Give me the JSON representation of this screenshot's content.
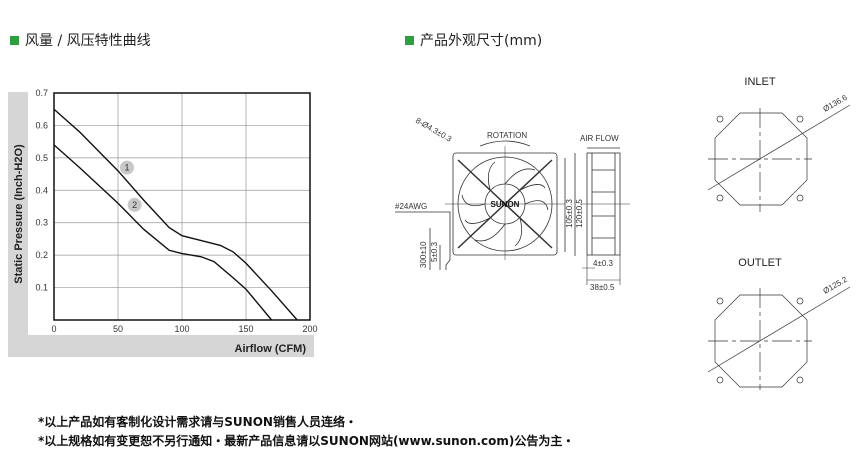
{
  "colors": {
    "accent": "#2e9e3e",
    "panel": "#d6d6d6"
  },
  "sections": {
    "curve_title": "风量 / 风压特性曲线",
    "dims_title": "产品外观尺寸(mm)"
  },
  "chart_data": {
    "type": "line",
    "title": "风量 / 风压特性曲线",
    "xlabel": "Airflow (CFM)",
    "ylabel": "Static Pressure (Inch-H2O)",
    "xlim": [
      0,
      200
    ],
    "ylim": [
      0,
      0.7
    ],
    "xticks": [
      "0",
      "50",
      "100",
      "150",
      "200"
    ],
    "yticks": [
      "0.1",
      "0.2",
      "0.3",
      "0.4",
      "0.5",
      "0.6",
      "0.7"
    ],
    "grid": true,
    "series": [
      {
        "name": "1",
        "x": [
          0,
          20,
          50,
          70,
          90,
          100,
          115,
          130,
          140,
          150,
          170,
          190
        ],
        "y": [
          0.65,
          0.58,
          0.46,
          0.37,
          0.285,
          0.26,
          0.245,
          0.23,
          0.21,
          0.175,
          0.09,
          0
        ]
      },
      {
        "name": "2",
        "x": [
          0,
          20,
          50,
          70,
          90,
          100,
          115,
          125,
          140,
          150,
          170
        ],
        "y": [
          0.54,
          0.47,
          0.36,
          0.28,
          0.215,
          0.205,
          0.195,
          0.18,
          0.13,
          0.095,
          0
        ]
      }
    ],
    "annotations": [
      {
        "text": "1",
        "x": 57,
        "y": 0.47
      },
      {
        "text": "2",
        "x": 63,
        "y": 0.355
      }
    ]
  },
  "drawing": {
    "hole": "8-Ø4.3±0.3",
    "rotation": "ROTATION",
    "airflow": "AIR FLOW",
    "brand": "SUNON",
    "wire": "#24AWG",
    "lead": "300±10",
    "strip": "5±0.3",
    "pitch": "105±0.3",
    "size": "120±0.5",
    "flange": "4±0.3",
    "depth": "38±0.5",
    "inlet": "INLET",
    "inlet_dia": "Ø136.6",
    "outlet": "OUTLET",
    "outlet_dia": "Ø125.2"
  },
  "notes": [
    "*以上产品如有客制化设计需求请与SUNON销售人员连络・",
    "*以上规格如有变更恕不另行通知・最新产品信息请以SUNON网站(www.sunon.com)公告为主・"
  ]
}
